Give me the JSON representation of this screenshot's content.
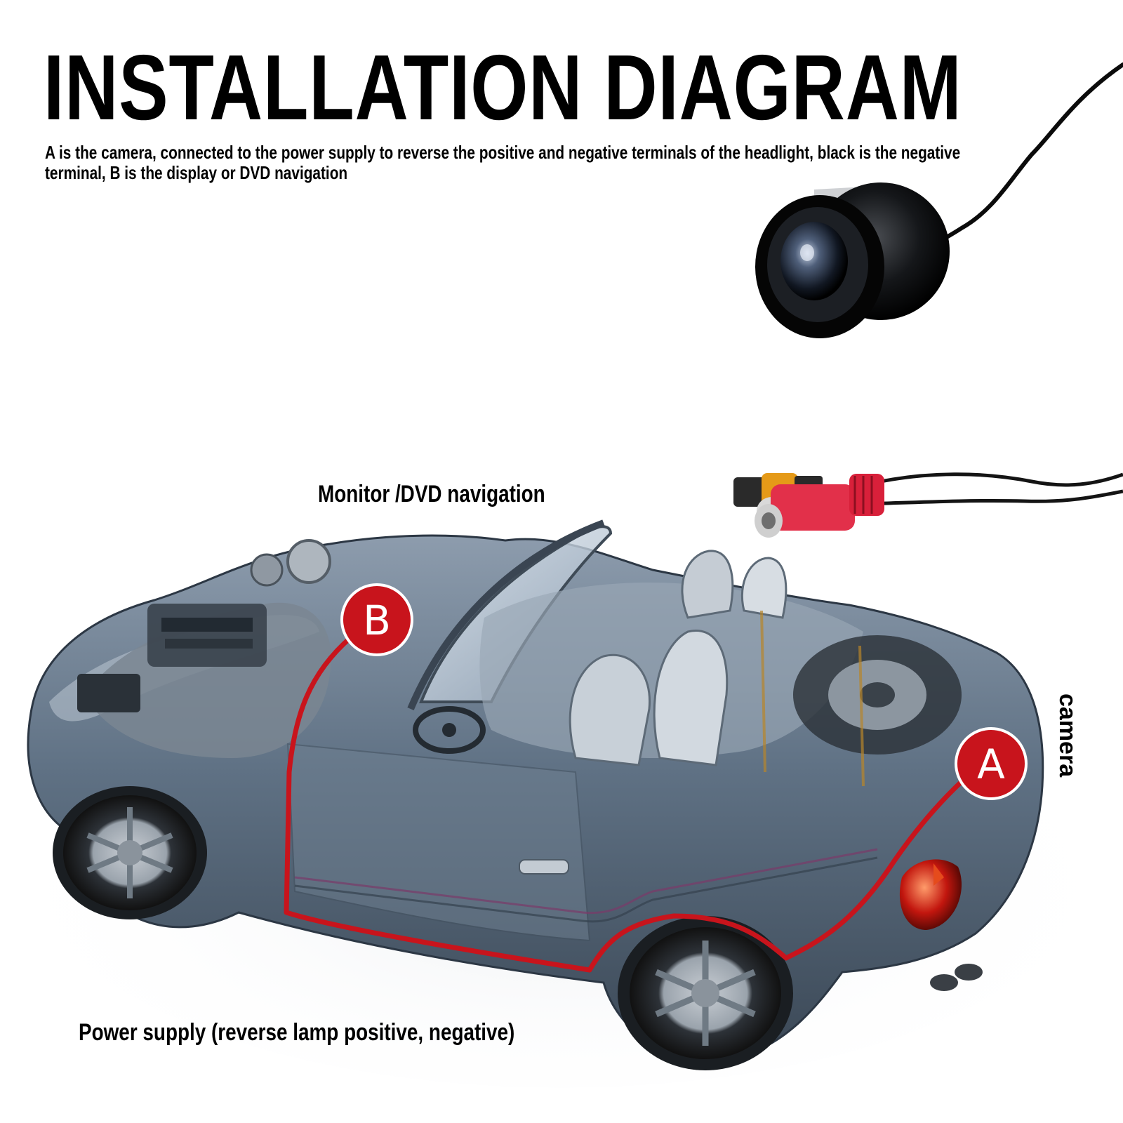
{
  "title": "INSTALLATION DIAGRAM",
  "subtitle": "A is the camera, connected to the power supply to reverse the positive and negative terminals of the headlight, black is the negative terminal, B is the display or DVD navigation",
  "labels": {
    "monitor": "Monitor /DVD navigation",
    "power": "Power supply (reverse lamp positive, negative)",
    "camera": "camera"
  },
  "markers": {
    "a": "A",
    "b": "B"
  },
  "colors": {
    "wire": "#c8141c",
    "marker": "#c8141c",
    "car_body": "#5d7183"
  },
  "icons": [
    "camera-icon",
    "rca-connector-icon",
    "car-cutaway-icon"
  ]
}
